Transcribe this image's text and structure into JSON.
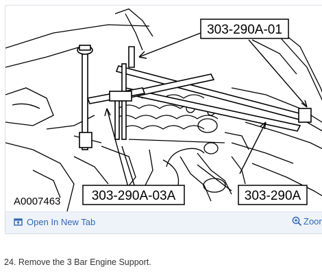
{
  "figure": {
    "callouts": {
      "top_right": "303-290A-01",
      "bottom_left": "303-290A-03A",
      "bottom_right": "303-290A"
    },
    "figure_id": "A0007463"
  },
  "toolbar": {
    "open_tab_label": "Open In New Tab",
    "open_tab_icon": "open-in-new-tab-icon",
    "zoom_label": "Zoom",
    "zoom_icon": "zoom-icon"
  },
  "step": {
    "text": "24. Remove the 3 Bar Engine Support."
  },
  "colors": {
    "link": "#2f67b4",
    "toolbar_bg": "#eef3f9"
  }
}
